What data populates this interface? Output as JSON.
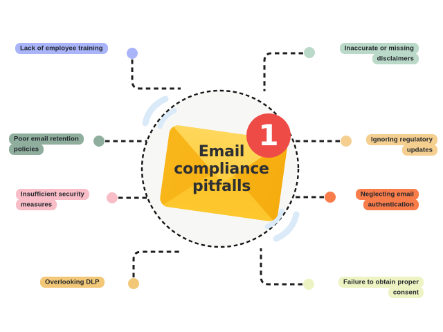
{
  "center": {
    "title": "Email compliance pitfalls",
    "badge_count": "1"
  },
  "items": [
    {
      "id": "lack-of-employee-training",
      "label": "Lack of employee training",
      "color": "#a9b4f9"
    },
    {
      "id": "poor-email-retention-policies",
      "label": "Poor email retention policies",
      "color": "#8fae9e"
    },
    {
      "id": "insufficient-security-measures",
      "label": "Insufficient security measures",
      "color": "#f9bdc7"
    },
    {
      "id": "overlooking-dlp",
      "label": "Overlooking DLP",
      "color": "#f2c878"
    },
    {
      "id": "inaccurate-or-missing-disclaimers",
      "label": "Inaccurate or missing disclaimers",
      "color": "#bad9c8"
    },
    {
      "id": "ignoring-regulatory-updates",
      "label": "Ignoring regulatory updates",
      "color": "#f4cf90"
    },
    {
      "id": "neglecting-email-authentication",
      "label": "Neglecting email authentication",
      "color": "#f97c4b"
    },
    {
      "id": "failure-to-obtain-proper-consent",
      "label": "Failure to obtain proper consent",
      "color": "#edf3c2"
    }
  ],
  "colors": {
    "badge": "#ee4a46",
    "badge_text": "#ffffff",
    "connector": "#1e1e1e",
    "circle_fill": "#f7f7f6",
    "circle_stroke": "#141414",
    "swoosh": "#daeaf8",
    "envelope_flap": "#ffd960",
    "envelope_body": "#fcc62c",
    "envelope_side": "#f8b217",
    "label_text": "#20242a",
    "title_text": "#2d2f33"
  }
}
